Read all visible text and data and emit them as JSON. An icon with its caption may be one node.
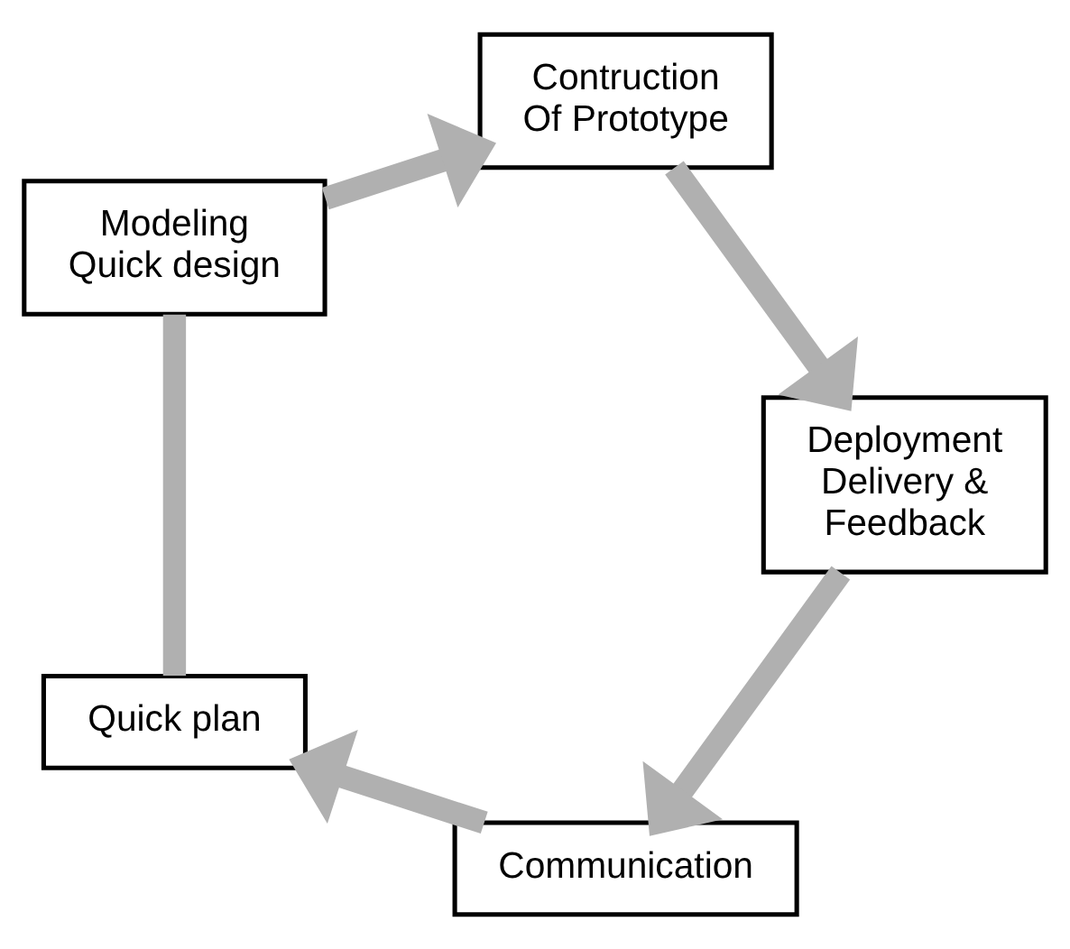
{
  "diagram": {
    "nodes": [
      {
        "text": [
          "Communication"
        ]
      },
      {
        "text": [
          "Quick plan"
        ]
      },
      {
        "text": [
          "Modeling Quick design"
        ]
      },
      {
        "text": [
          "Contruction Of Prototype"
        ]
      },
      {
        "text": [
          "Deployment Delivery & Feedback"
        ]
      }
    ],
    "edges": [
      {
        "from": 0,
        "to": 1,
        "arrow": "to"
      },
      {
        "from": 1,
        "to": 2,
        "arrow": "none"
      },
      {
        "from": 2,
        "to": 3,
        "arrow": "to"
      },
      {
        "from": 3,
        "to": 4,
        "arrow": "to"
      },
      {
        "from": 4,
        "to": 0,
        "arrow": "to"
      }
    ]
  }
}
